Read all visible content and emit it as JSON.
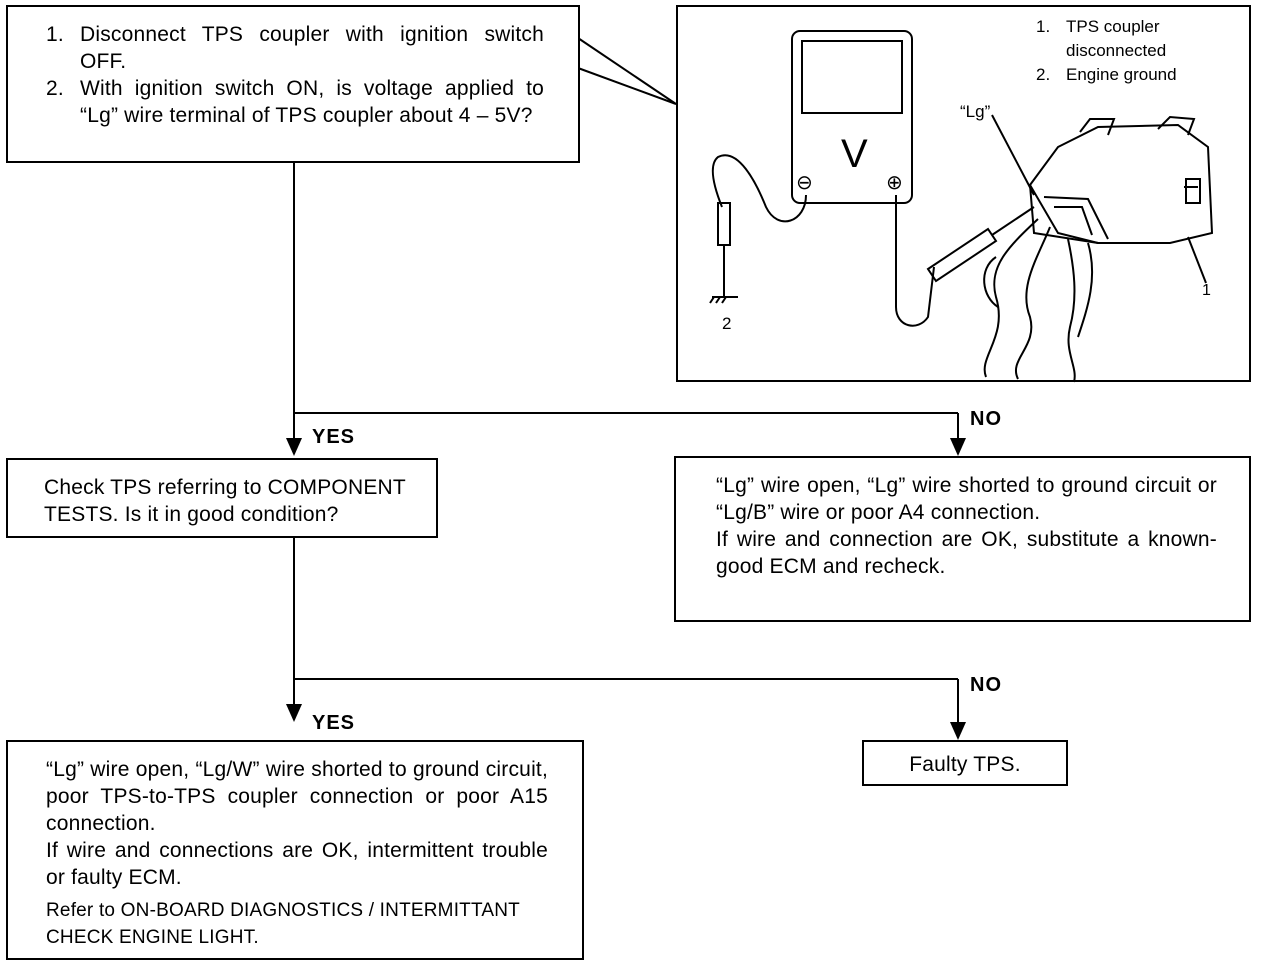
{
  "step1": {
    "items": [
      {
        "num": "1.",
        "text": "Disconnect TPS coupler with ignition switch OFF."
      },
      {
        "num": "2.",
        "text": "With ignition switch ON, is voltage applied to “Lg” wire terminal of TPS coupler about 4 – 5V?"
      }
    ]
  },
  "figure": {
    "captions": [
      {
        "num": "1.",
        "text": "TPS coupler disconnected"
      },
      {
        "num": "2.",
        "text": "Engine ground"
      }
    ],
    "meter_symbol": "V",
    "minus_symbol": "⊖",
    "plus_symbol": "⊕",
    "wire_label": "“Lg”",
    "callout_1": "1",
    "callout_2": "2"
  },
  "branch1": {
    "yes": "YES",
    "no": "NO"
  },
  "check_tps": {
    "text": "Check TPS referring to COMPONENT TESTS.  Is it in good condition?"
  },
  "no_result_1": {
    "line1": "“Lg” wire open, “Lg” wire shorted to ground circuit or “Lg/B” wire or poor A4 connection.",
    "line2": "If wire and connection are OK, substitute a known-good ECM and recheck."
  },
  "branch2": {
    "yes": "YES",
    "no": "NO"
  },
  "yes_result_2": {
    "line1": "“Lg” wire open, “Lg/W” wire shorted to ground circuit, poor TPS-to-TPS coupler connection or poor A15 connection.",
    "line2": "If wire and connections are OK, intermittent trouble or faulty ECM.",
    "line3": "Refer to ON-BOARD DIAGNOSTICS / INTERMITTANT CHECK ENGINE LIGHT."
  },
  "faulty": {
    "text": "Faulty TPS."
  }
}
